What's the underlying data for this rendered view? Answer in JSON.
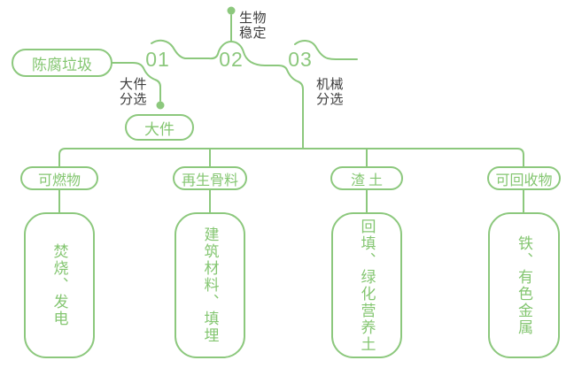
{
  "colors": {
    "line_green": "#8cc87d",
    "text_green": "#84c671",
    "label_dark": "#3d3d3d",
    "background": "#ffffff"
  },
  "flow": {
    "source": "陈腐垃圾",
    "steps": [
      {
        "number": "01",
        "label": "大件\n分选"
      },
      {
        "number": "02",
        "label": "生物\n稳定"
      },
      {
        "number": "03",
        "label": "机械\n分选"
      }
    ],
    "bulky_output": "大件"
  },
  "branches": [
    {
      "name": "可燃物",
      "detail": "焚烧、发电"
    },
    {
      "name": "再生骨料",
      "detail": "建筑材料、填埋"
    },
    {
      "name": "渣土",
      "detail": "回填、绿化营养土"
    },
    {
      "name": "可回收物",
      "detail": "铁、有色金属"
    }
  ]
}
